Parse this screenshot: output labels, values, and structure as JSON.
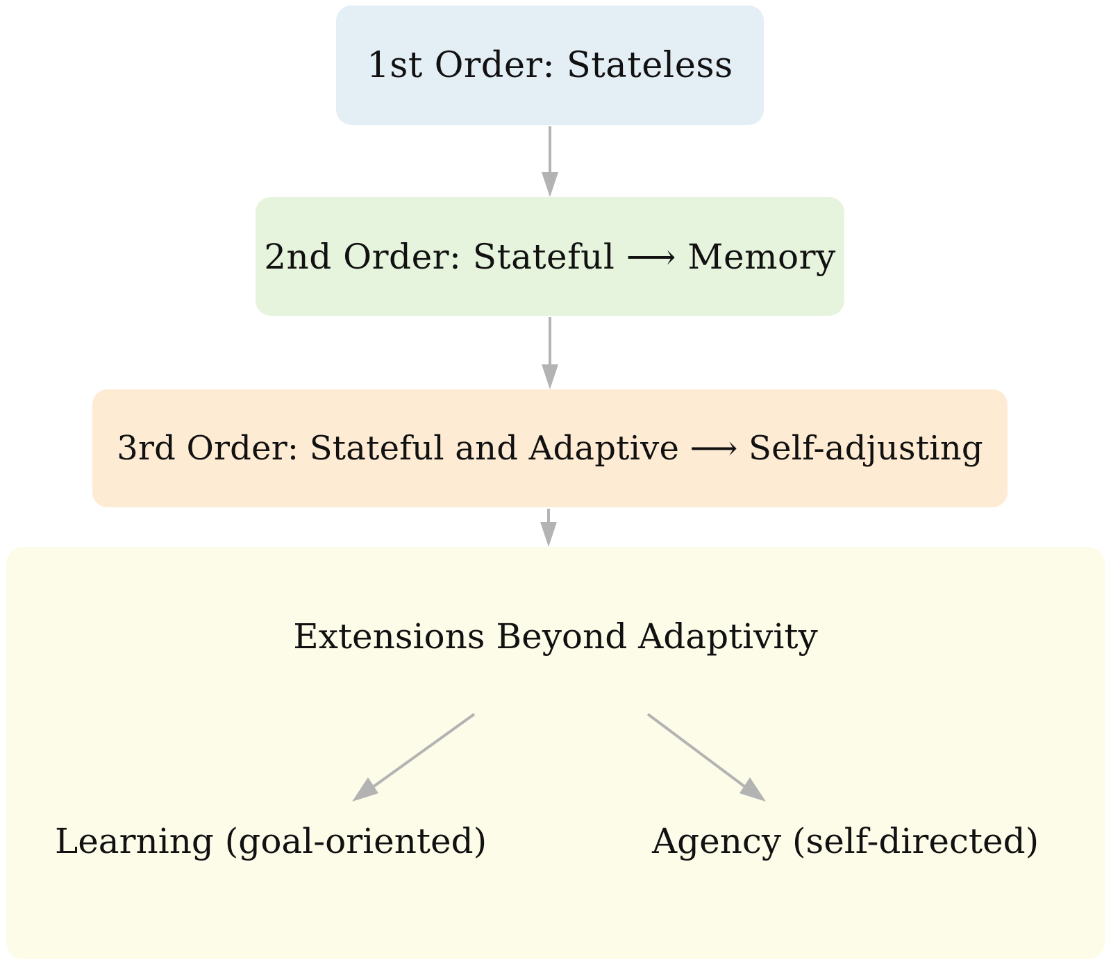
{
  "diagram": {
    "nodes": [
      {
        "id": "first-order",
        "label": "1st Order: Stateless",
        "color": "#e4eef5"
      },
      {
        "id": "second-order",
        "label": "2nd Order: Stateful ⟶ Memory",
        "color": "#e6f4dd"
      },
      {
        "id": "third-order",
        "label": "3rd Order: Stateful and Adaptive ⟶ Self-adjusting",
        "color": "#fdebd4"
      },
      {
        "id": "extensions",
        "label": "Extensions Beyond Adaptivity",
        "color": "#fdfce9",
        "children": [
          {
            "id": "learning",
            "label": "Learning (goal-oriented)"
          },
          {
            "id": "agency",
            "label": "Agency (self-directed)"
          }
        ]
      }
    ],
    "edges": [
      {
        "from": "first-order",
        "to": "second-order"
      },
      {
        "from": "second-order",
        "to": "third-order"
      },
      {
        "from": "third-order",
        "to": "extensions"
      },
      {
        "from": "extensions",
        "to": "learning"
      },
      {
        "from": "extensions",
        "to": "agency"
      }
    ],
    "arrow_color": "#b3b3b3"
  }
}
